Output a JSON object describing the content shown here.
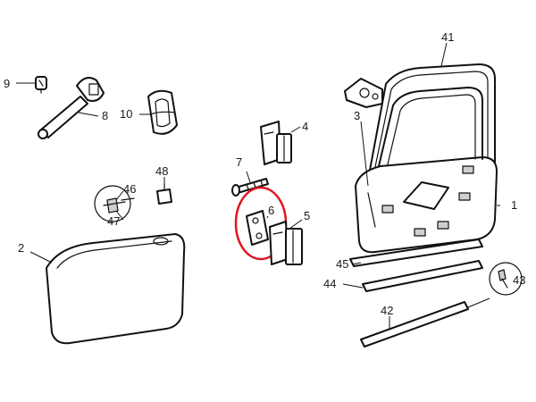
{
  "diagram": {
    "callouts": [
      {
        "id": "p1",
        "text": "1"
      },
      {
        "id": "p2",
        "text": "2"
      },
      {
        "id": "p3",
        "text": "3"
      },
      {
        "id": "p4",
        "text": "4"
      },
      {
        "id": "p5",
        "text": "5"
      },
      {
        "id": "p6",
        "text": "6"
      },
      {
        "id": "p7",
        "text": "7"
      },
      {
        "id": "p8",
        "text": "8"
      },
      {
        "id": "p9",
        "text": "9"
      },
      {
        "id": "p10",
        "text": "10"
      },
      {
        "id": "p41",
        "text": "41"
      },
      {
        "id": "p42",
        "text": "42"
      },
      {
        "id": "p43",
        "text": "43"
      },
      {
        "id": "p44",
        "text": "44"
      },
      {
        "id": "p45",
        "text": "45"
      },
      {
        "id": "p46",
        "text": "46"
      },
      {
        "id": "p47",
        "text": "47"
      },
      {
        "id": "p48",
        "text": "48"
      }
    ],
    "highlight_color": "#e0141e",
    "line_color": "#111111"
  }
}
